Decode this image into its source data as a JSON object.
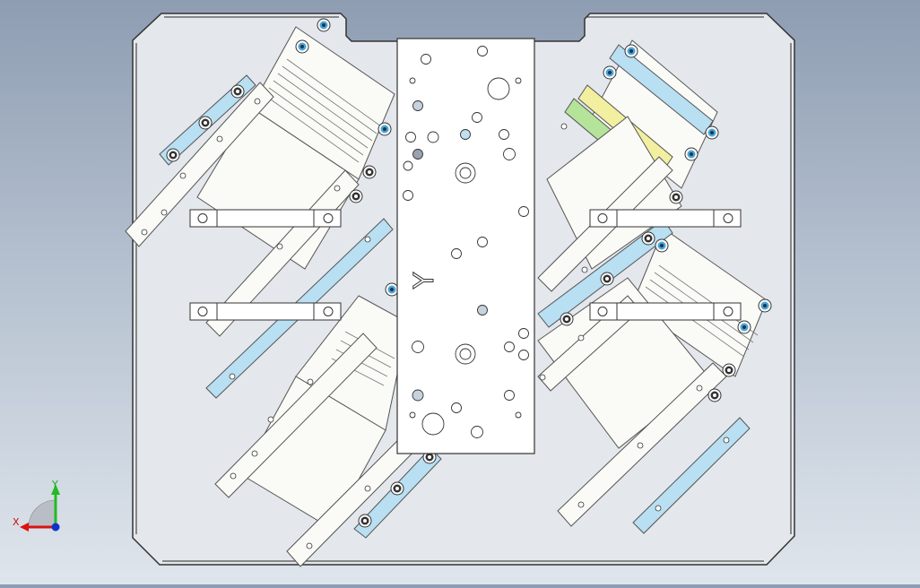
{
  "viewport": {
    "background_top": "#8e9db2",
    "background_bottom": "#dfe5ec",
    "plate_color": "#e4e7eb",
    "accent_blue": "#b8dff2",
    "accent_green": "#b6e39a",
    "accent_yellow": "#f2f0a0"
  },
  "center_plate": {
    "engraved_mark": "Y"
  },
  "triad": {
    "x_label": "X",
    "y_label": "Y",
    "x_color": "#dd1111",
    "y_color": "#22bb22",
    "z_color": "#1133cc",
    "icon": "coordinate-triad-icon"
  }
}
